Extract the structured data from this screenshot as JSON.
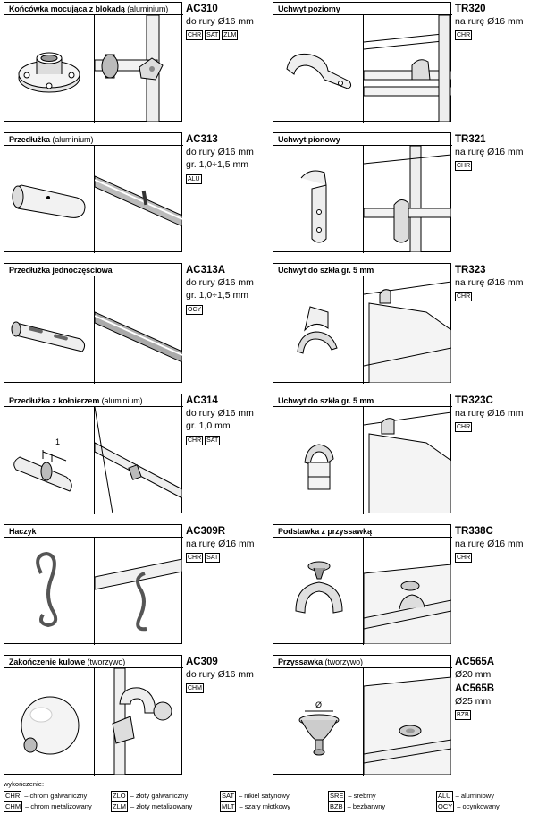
{
  "products": [
    {
      "id": "p1",
      "title_bold": "Końcówka mocująca z blokadą",
      "title_normal": " (aluminium)",
      "code": "AC310",
      "specs": [
        "do rury Ø16 mm"
      ],
      "badges": [
        "CHR",
        "SAT",
        "ZLM"
      ]
    },
    {
      "id": "p2",
      "title_bold": "Uchwyt poziomy",
      "title_normal": "",
      "code": "TR320",
      "specs": [
        "na rurę Ø16 mm"
      ],
      "badges": [
        "CHR"
      ]
    },
    {
      "id": "p3",
      "title_bold": "Przedłużka",
      "title_normal": " (aluminium)",
      "code": "AC313",
      "specs": [
        "do rury Ø16 mm",
        "gr. 1,0÷1,5 mm"
      ],
      "badges": [
        "ALU"
      ]
    },
    {
      "id": "p4",
      "title_bold": "Uchwyt pionowy",
      "title_normal": "",
      "code": "TR321",
      "specs": [
        "na rurę Ø16 mm"
      ],
      "badges": [
        "CHR"
      ]
    },
    {
      "id": "p5",
      "title_bold": "Przedłużka jednoczęściowa",
      "title_normal": "",
      "code": "AC313A",
      "specs": [
        "do rury Ø16 mm",
        "gr. 1,0÷1,5 mm"
      ],
      "badges": [
        "OCY"
      ]
    },
    {
      "id": "p6",
      "title_bold": "Uchwyt do szkła gr. 5 mm",
      "title_normal": "",
      "code": "TR323",
      "specs": [
        "na rurę Ø16 mm"
      ],
      "badges": [
        "CHR"
      ]
    },
    {
      "id": "p7",
      "title_bold": "Przedłużka z kołnierzem",
      "title_normal": " (aluminium)",
      "code": "AC314",
      "specs": [
        "do rury Ø16 mm",
        "gr. 1,0 mm"
      ],
      "badges": [
        "CHR",
        "SAT"
      ]
    },
    {
      "id": "p8",
      "title_bold": "Uchwyt do szkła gr. 5 mm",
      "title_normal": "",
      "code": "TR323C",
      "specs": [
        "na rurę Ø16 mm"
      ],
      "badges": [
        "CHR"
      ]
    },
    {
      "id": "p9",
      "title_bold": "Haczyk",
      "title_normal": "",
      "code": "AC309R",
      "specs": [
        "na rurę Ø16 mm"
      ],
      "badges": [
        "CHR",
        "SAT"
      ]
    },
    {
      "id": "p10",
      "title_bold": "Podstawka z przyssawką",
      "title_normal": "",
      "code": "TR338C",
      "specs": [
        "na rurę Ø16 mm"
      ],
      "badges": [
        "CHR"
      ]
    },
    {
      "id": "p11",
      "title_bold": "Zakończenie kulowe",
      "title_normal": " (tworzywo)",
      "code": "AC309",
      "specs": [
        "do rury Ø16 mm"
      ],
      "badges": [
        "CHM"
      ]
    },
    {
      "id": "p12",
      "title_bold": "Przyssawka",
      "title_normal": " (tworzywo)",
      "code": "AC565A",
      "specs": [
        "Ø20 mm"
      ],
      "code2": "AC565B",
      "specs2": [
        "Ø25 mm"
      ],
      "badges": [
        "BZB"
      ]
    }
  ],
  "labels": {
    "dimension_1": "1",
    "diameter_symbol": "Ø"
  },
  "legend": {
    "header": "wykończenie:",
    "items": [
      {
        "code": "CHR",
        "text": "– chrom galwaniczny"
      },
      {
        "code": "CHM",
        "text": "– chrom metalizowany"
      },
      {
        "code": "ZLO",
        "text": "– złoty galwaniczny"
      },
      {
        "code": "ZLM",
        "text": "– złoty metalizowany"
      },
      {
        "code": "SAT",
        "text": "– nikiel satynowy"
      },
      {
        "code": "MLT",
        "text": "– szary młotkowy"
      },
      {
        "code": "SRE",
        "text": "– srebrny"
      },
      {
        "code": "BZB",
        "text": "– bezbarwny"
      },
      {
        "code": "ALU",
        "text": "– aluminiowy"
      },
      {
        "code": "OCY",
        "text": "– ocynkowany"
      }
    ]
  }
}
